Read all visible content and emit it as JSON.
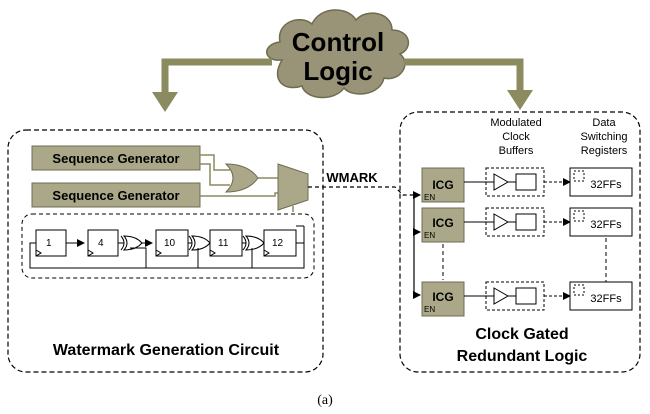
{
  "control": {
    "line1": "Control",
    "line2": "Logic"
  },
  "left_block": {
    "seq_gen_1": "Sequence Generator",
    "seq_gen_2": "Sequence Generator",
    "ff_labels": [
      "1",
      "4",
      "10",
      "11",
      "12"
    ],
    "title": "Watermark Generation Circuit"
  },
  "signal": {
    "wmark": "WMARK"
  },
  "right_block": {
    "header_buffers": [
      "Modulated",
      "Clock",
      "Buffers"
    ],
    "header_registers": [
      "Data",
      "Switching",
      "Registers"
    ],
    "icg_label": "ICG",
    "en_label": "EN",
    "reg_label": "32FFs",
    "title_line1": "Clock Gated",
    "title_line2": "Redundant Logic"
  },
  "caption": "(a)",
  "colors": {
    "olive_fill": "#a9a67d",
    "olive_dark": "#8c8a5f",
    "cloud_fill": "#999477",
    "box_fill": "#aaa888"
  }
}
